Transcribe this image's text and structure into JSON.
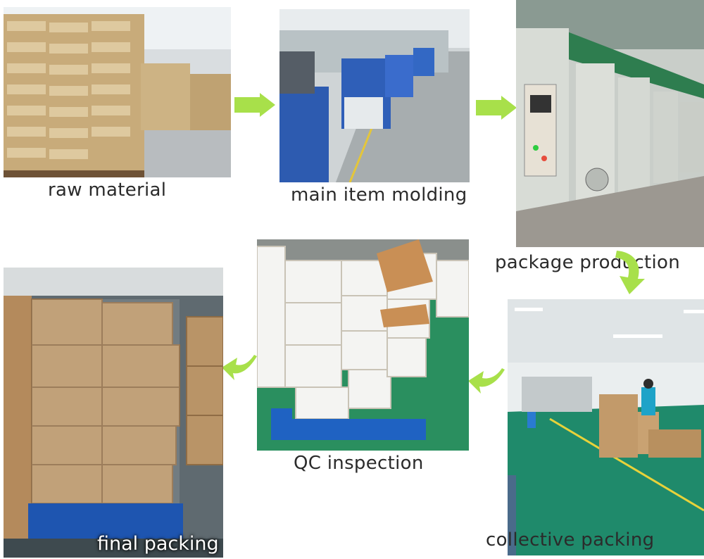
{
  "steps": [
    {
      "label": "raw material"
    },
    {
      "label": "main item molding"
    },
    {
      "label": "package production"
    },
    {
      "label": "collective packing"
    },
    {
      "label": "QC inspection"
    },
    {
      "label": "final packing"
    }
  ],
  "colors": {
    "arrow": "#a8e04a",
    "text": "#2b2b2b"
  }
}
